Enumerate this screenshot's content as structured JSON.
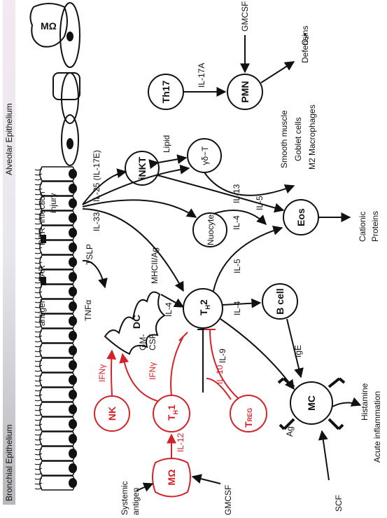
{
  "epithelium": {
    "alveolar": "Alveolar Epithelium",
    "bronchial": "Bronchial Epithelium"
  },
  "cells": {
    "macrophage_top": "MΩ",
    "th17": "Th17",
    "pmn": "PMN",
    "inkt": "iNKT",
    "gamma_delta": "γδ−T",
    "nuocyte": "Nuocyte",
    "eos": "Eos",
    "dc": "DC",
    "th2": "T",
    "th2_sub": "H",
    "th2_num": "2",
    "b_cell": "B cell",
    "nk": "NK",
    "th1": "T",
    "th1_sub": "H",
    "th1_num": "1",
    "treg": "T",
    "treg_sub": "REG",
    "mc": "MC",
    "macrophage_bottom": "MΩ"
  },
  "labels": {
    "gmcsf_top": "GMCSF",
    "defensins": "Defensins",
    "o2": "O₂•",
    "il17a": "IL-17A",
    "lipid": "Lipid",
    "smooth_muscle": "Smooth muscle",
    "goblet_cells": "Goblet cells",
    "m2_macrophages": "M2 Macrophages",
    "il25": "IL-25 (IL-17E)",
    "il13": "IL-13",
    "il5_top": "IL-5",
    "il4_top": "IL-4",
    "il33": "IL-33",
    "infection": "infection",
    "injury": "injury",
    "prr": "PRR",
    "tslp": "TSLP",
    "mhcii": "MHCII/Ag",
    "par": "PAR",
    "antigen": "antigen",
    "tnfa": "TNFα",
    "il4_dc": "IL-4",
    "gm": "GM-",
    "csf": "CSF",
    "il5_mid": "IL-5",
    "il4_mid": "IL-4",
    "cationic": "Cationic",
    "proteins": "Proteins",
    "ige": "IgE",
    "il9": "IL-9",
    "ifng_nk": "IFNγ",
    "ifng_th1": "IFNγ",
    "il10": "IL-10",
    "histamine": "Histamine",
    "acute": "Acute inflammation",
    "ag": "Ag",
    "il12": "IL-12",
    "systemic": "Systemic",
    "antigen2": "antigen",
    "gmcsf_bottom": "GMCSF",
    "scf": "SCF"
  }
}
